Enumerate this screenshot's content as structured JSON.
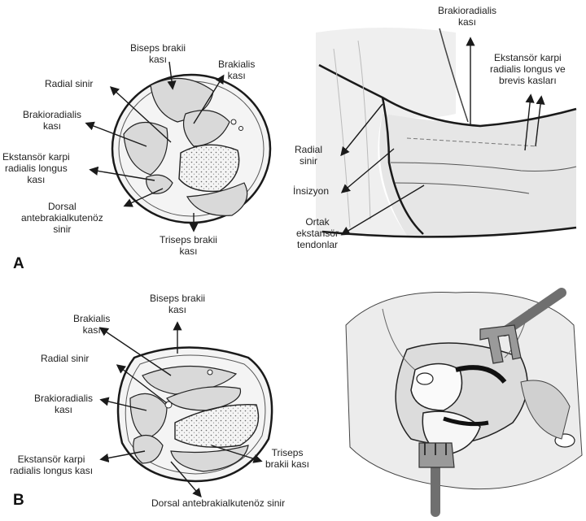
{
  "panels": [
    {
      "letter": "A",
      "labels": {
        "biceps": [
          "Biseps brakii",
          "kası"
        ],
        "brachialis": [
          "Brakialis",
          "kası"
        ],
        "radial_nerve": [
          "Radial sinir"
        ],
        "brachioradialis": [
          "Brakioradialis",
          "kası"
        ],
        "ecrl": [
          "Ekstansör karpi",
          "radialis longus",
          "kası"
        ],
        "dorsal_nerve": [
          "Dorsal",
          "antebrakialkutenöz",
          "sinir"
        ],
        "triceps": [
          "Triseps brakii",
          "kası"
        ],
        "right_brachioradialis": [
          "Brakioradialis",
          "kası"
        ],
        "right_ecrl_ecrb": [
          "Ekstansör karpi",
          "radialis longus ve",
          "brevis kasları"
        ],
        "right_radial_nerve": [
          "Radial",
          "sinir"
        ],
        "incision": [
          "İnsizyon"
        ],
        "common_extensor": [
          "Ortak",
          "ekstansör",
          "tendonlar"
        ]
      }
    },
    {
      "letter": "B",
      "labels": {
        "biceps": [
          "Biseps brakii",
          "kası"
        ],
        "brachialis": [
          "Brakialis",
          "kası"
        ],
        "radial_nerve": [
          "Radial sinir"
        ],
        "brachioradialis": [
          "Brakioradialis",
          "kası"
        ],
        "ecrl": [
          "Ekstansör karpi",
          "radialis longus kası"
        ],
        "triceps": [
          "Triseps",
          "brakii kası"
        ],
        "dorsal_nerve": [
          "Dorsal antebrakialkutenöz sinir"
        ]
      }
    }
  ],
  "colors": {
    "muscle": "#d9d9d9",
    "line": "#1a1a1a",
    "bone": "#f2f2f2",
    "skin": "#ececec",
    "retractor": "#8c8c8c"
  }
}
